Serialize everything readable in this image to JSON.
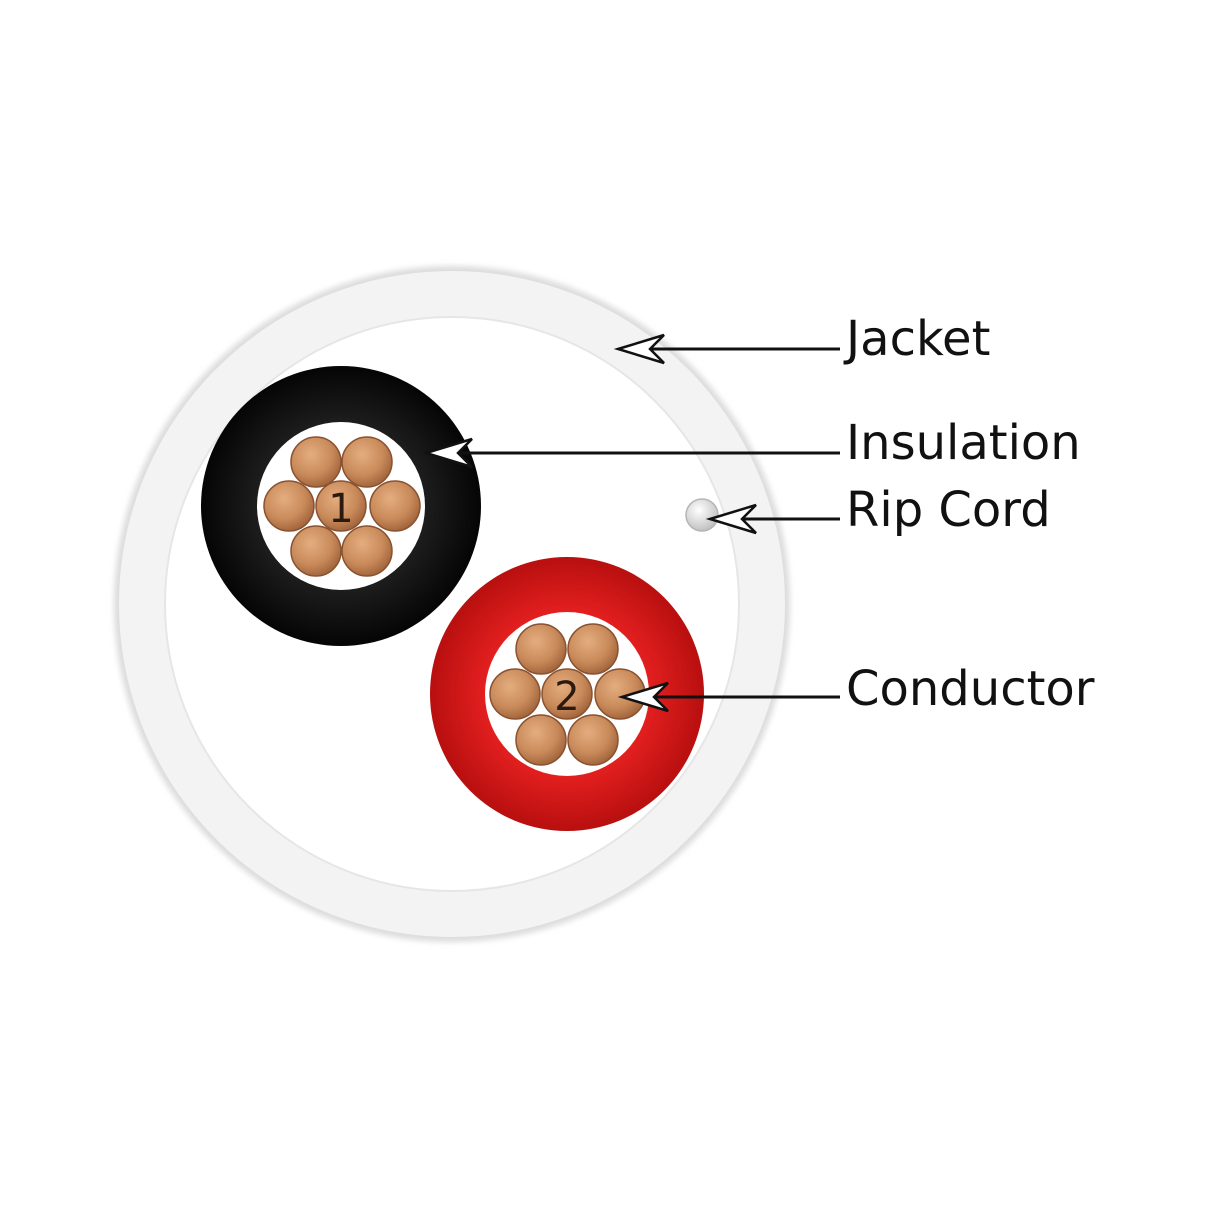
{
  "diagram": {
    "callouts": {
      "jacket": "Jacket",
      "insulation": "Insulation",
      "rip_cord": "Rip Cord",
      "conductor": "Conductor"
    },
    "wires": [
      {
        "number": "1",
        "insulation_color": "#161616"
      },
      {
        "number": "2",
        "insulation_color": "#e01e1e"
      }
    ],
    "colors": {
      "jacket": "#f4f4f4",
      "strand": "#c98a5a",
      "rip_cord": "#e6e6e6"
    }
  }
}
